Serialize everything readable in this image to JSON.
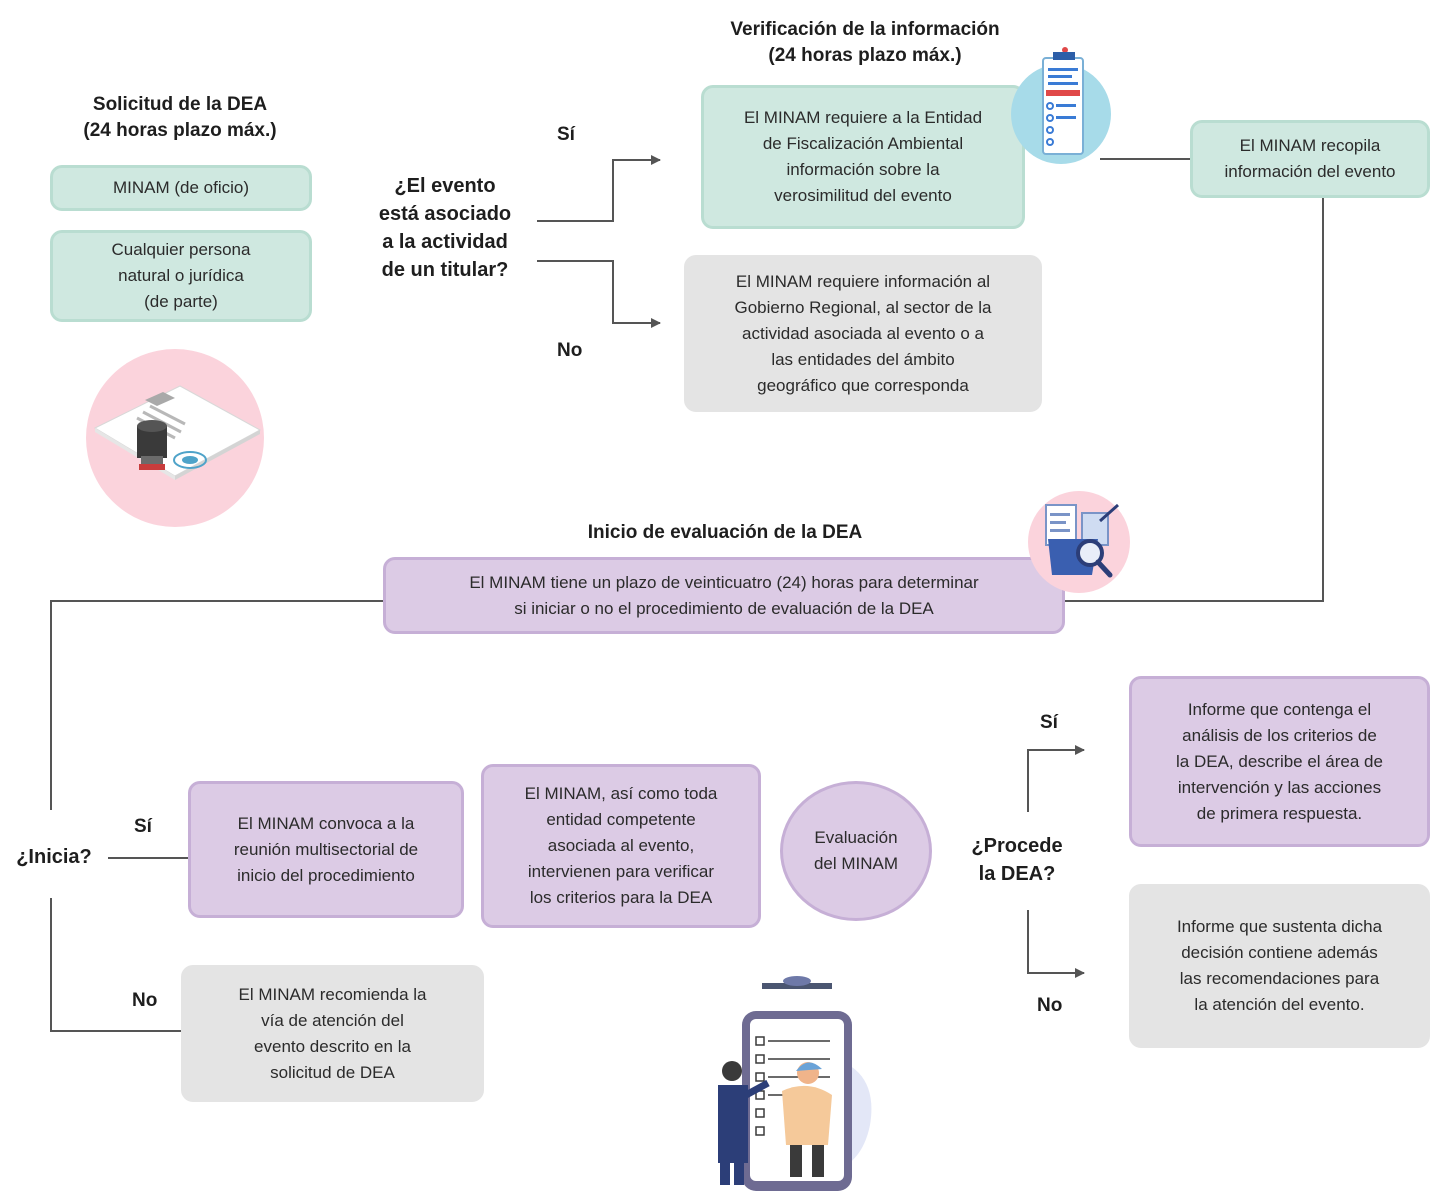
{
  "colors": {
    "green": "#cfe8e0",
    "gray": "#e4e4e4",
    "purple": "#dccbe5",
    "pink": "#fbd3dc",
    "line": "#555555"
  },
  "solicitud": {
    "title": "Solicitud de la DEA\n(24 horas plazo máx.)",
    "box1": "MINAM (de oficio)",
    "box2": "Cualquier persona\nnatural o jurídica\n(de parte)"
  },
  "question1": {
    "text": "¿El evento\nestá asociado\na la actividad\nde un titular?",
    "yes": "Sí",
    "no": "No"
  },
  "verificacion": {
    "title": "Verificación de la información\n(24 horas plazo máx.)",
    "yes_box": "El MINAM requiere a la Entidad\nde Fiscalización Ambiental\ninformación sobre la\nverosimilitud del evento",
    "no_box": "El MINAM requiere información al\nGobierno Regional, al sector de la\nactividad asociada al evento o a\nlas entidades del ámbito\ngeográfico que corresponda"
  },
  "recopila": "El MINAM recopila\ninformación del evento",
  "inicio": {
    "title": "Inicio de evaluación de la DEA",
    "box": "El MINAM tiene un plazo de veinticuatro (24) horas para determinar\nsi iniciar o no el procedimiento de evaluación de la DEA"
  },
  "question2": {
    "text": "¿Inicia?",
    "yes": "Sí",
    "no": "No"
  },
  "reunion": "El MINAM convoca a la\nreunión multisectorial de\ninicio del procedimiento",
  "entidades": "El MINAM, así como toda\nentidad competente\nasociada al evento,\nintervienen para verificar\nlos criterios para la DEA",
  "evaluacion": "Evaluación\ndel MINAM",
  "recomienda": "El MINAM recomienda la\nvía de atención del\nevento descrito en la\nsolicitud de DEA",
  "question3": {
    "text": "¿Procede\nla DEA?",
    "yes": "Sí",
    "no": "No"
  },
  "informe_si": "Informe que contenga el\nanálisis de los criterios de\nla DEA, describe el área de\nintervención y las acciones\nde primera respuesta.",
  "informe_no": "Informe que sustenta dicha\ndecisión contiene además\nlas recomendaciones para\nla atención del evento.",
  "icons": [
    "stamp-document-icon",
    "checklist-icon",
    "document-search-icon",
    "people-board-illustration"
  ]
}
